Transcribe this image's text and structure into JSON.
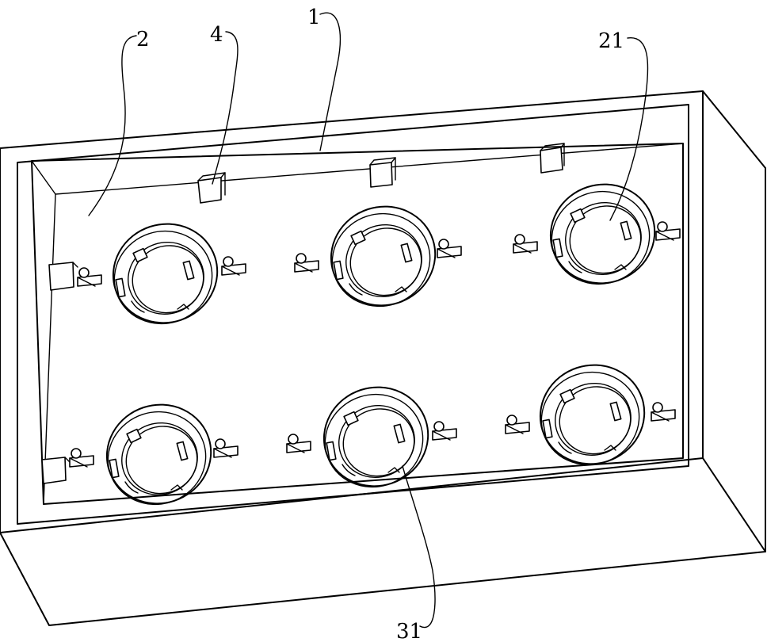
{
  "reference_labels": {
    "housing": "1",
    "cavity": "2",
    "sensor_block": "4",
    "ring_opening": "21",
    "ring_assembly": "31"
  }
}
